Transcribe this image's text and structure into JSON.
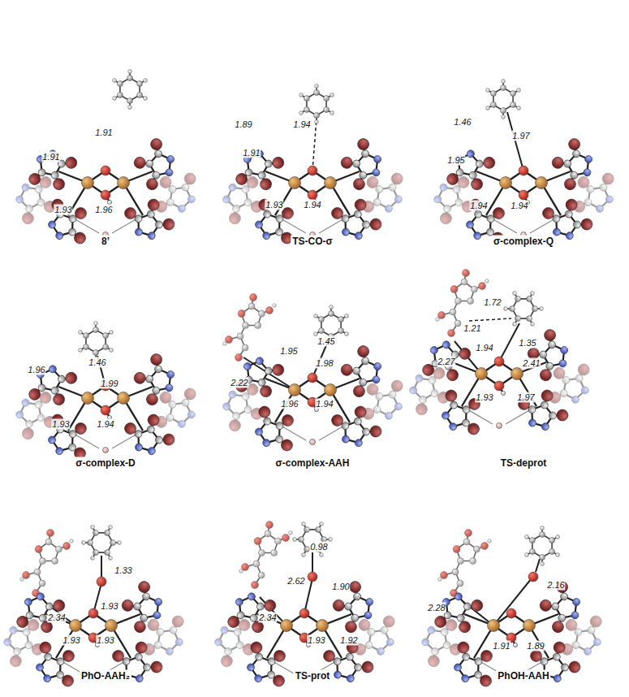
{
  "diagram": {
    "labels": [
      "1.91",
      "1.91",
      "1.93",
      "1.96",
      "8’",
      "1.89",
      "1.91",
      "1.94",
      "1.93",
      "1.94",
      "TS-CO-σ",
      "1.46",
      "1.97",
      "1.95",
      "1.94",
      "1.94",
      "σ-complex-Q",
      "1.96",
      "1.46",
      "1.99",
      "1.93",
      "1.94",
      "σ-complex-D",
      "2.22",
      "1.95",
      "1.45",
      "1.98",
      "1.96",
      "1.94",
      "σ-complex-AAH",
      "1.72",
      "1.21",
      "1.35",
      "2.27",
      "1.94",
      "2.41",
      "1.93",
      "1.97",
      "TS-deprot",
      "1.33",
      "1.93",
      "2.34",
      "1.93",
      "1.93",
      "PhO-AAH₂",
      "0.98",
      "2.62",
      "1.90",
      "2.34",
      "1.93",
      "1.92",
      "TS-prot",
      "2.16",
      "2.28",
      "1.91",
      "1.89",
      "PhOH-AAH"
    ]
  }
}
